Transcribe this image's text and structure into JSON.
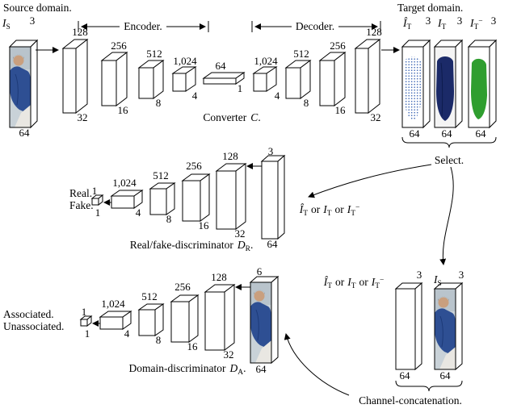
{
  "header": {
    "source_domain": "Source domain.",
    "target_domain": "Target domain.",
    "encoder": "Encoder.",
    "decoder": "Decoder."
  },
  "labels": {
    "converter": "Converter",
    "realfake": "Real/fake-discriminator",
    "domain": "Domain-discriminator"
  },
  "sym": {
    "I": "I",
    "Ihat": "Î",
    "S": "S",
    "T": "T",
    "minus": "−",
    "or": "or",
    "C": "C",
    "D": "D",
    "R": "R",
    "A": "A",
    "dot": "."
  },
  "converter": {
    "source": {
      "channels": "3",
      "size": "64"
    },
    "enc_boxes": [
      {
        "filters": "128",
        "size": "32"
      },
      {
        "filters": "256",
        "size": "16"
      },
      {
        "filters": "512",
        "size": "8"
      },
      {
        "filters": "1,024",
        "size": "4"
      }
    ],
    "bottleneck": {
      "filters": "64",
      "size": "1"
    },
    "dec_boxes": [
      {
        "filters": "1,024",
        "size": "4"
      },
      {
        "filters": "512",
        "size": "8"
      },
      {
        "filters": "256",
        "size": "16"
      },
      {
        "filters": "128",
        "size": "32"
      }
    ],
    "targets": [
      {
        "channels": "3",
        "size": "64"
      },
      {
        "channels": "3",
        "size": "64"
      },
      {
        "channels": "3",
        "size": "64"
      }
    ],
    "select_label": "Select."
  },
  "dr": {
    "real": "Real.",
    "fake": "Fake.",
    "out_top": "1",
    "out_bottom": "1",
    "boxes": [
      {
        "filters": "1,024",
        "size": "4"
      },
      {
        "filters": "512",
        "size": "8"
      },
      {
        "filters": "256",
        "size": "16"
      },
      {
        "filters": "128",
        "size": "32"
      }
    ],
    "input": {
      "channels": "3",
      "size": "64"
    }
  },
  "da": {
    "associated": "Associated.",
    "unassociated": "Unassociated.",
    "out_top": "1",
    "out_bottom": "1",
    "boxes": [
      {
        "filters": "1,024",
        "size": "4"
      },
      {
        "filters": "512",
        "size": "8"
      },
      {
        "filters": "256",
        "size": "16"
      },
      {
        "filters": "128",
        "size": "32"
      }
    ],
    "input": {
      "channels": "6",
      "size": "64"
    },
    "planes": [
      {
        "channels": "3",
        "size": "64"
      },
      {
        "channels": "3",
        "size": "64"
      }
    ],
    "concat_label": "Channel-concatenation."
  }
}
